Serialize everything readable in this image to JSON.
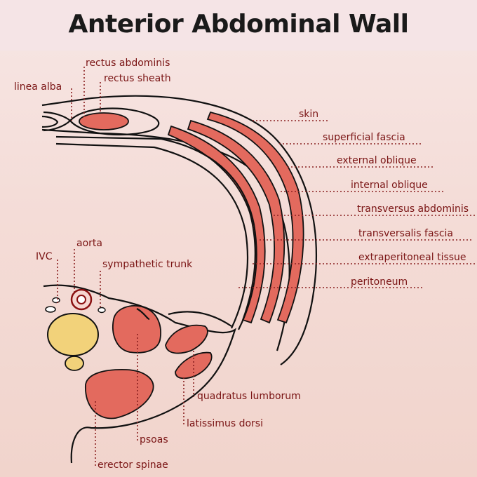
{
  "title": "Anterior Abdominal Wall",
  "labels": {
    "rectus_abdominis": "rectus abdominis",
    "rectus_sheath": "rectus sheath",
    "linea_alba": "linea alba",
    "skin": "skin",
    "superficial_fascia": "superficial fascia",
    "external_oblique": "external oblique",
    "internal_oblique": "internal oblique",
    "transversus_abdominis": "transversus abdominis",
    "transversalis_fascia": "transversalis fascia",
    "extraperitoneal_tissue": "extraperitoneal tissue",
    "peritoneum": "peritoneum",
    "ivc": "IVC",
    "aorta": "aorta",
    "sympathetic_trunk": "sympathetic trunk",
    "quadratus_lumborum": "quadratus lumborum",
    "latissimus_dorsi": "latissimus dorsi",
    "psoas": "psoas",
    "erector_spinae": "erector spinae"
  },
  "colors": {
    "muscle": "#e36a5e",
    "label": "#7a1414",
    "vertebra": "#f2d27a"
  }
}
